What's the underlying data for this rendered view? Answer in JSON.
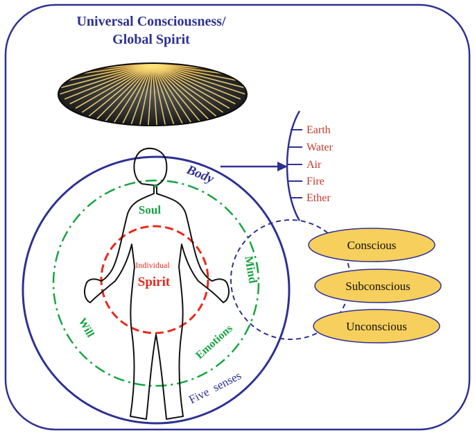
{
  "title_line1": "Universal Consciousness/",
  "title_line2": "Global Spirit",
  "labels": {
    "body": "Body",
    "soul": "Soul",
    "mind": "Mind",
    "will": "Will",
    "emotions": "Emotions",
    "five_senses": "Five  senses",
    "individual": "Individual",
    "spirit": "Spirit"
  },
  "elements": [
    "Earth",
    "Water",
    "Air",
    "Fire",
    "Ether"
  ],
  "mind_states": [
    "Conscious",
    "Subconscious",
    "Unconscious"
  ],
  "colors": {
    "frame": "#2e3192",
    "soul": "#17a540",
    "spirit": "#e8291c",
    "oval_fill": "#f6cf5c",
    "oval_stroke": "#2e3192",
    "element_text": "#c0392b"
  }
}
